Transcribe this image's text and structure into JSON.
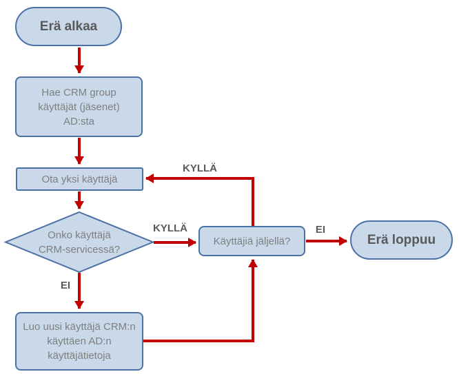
{
  "diagram": {
    "type": "flowchart",
    "nodes": {
      "start": {
        "label": "Erä alkaa",
        "shape": "terminator"
      },
      "fetch_users": {
        "label": "Hae CRM group\nkäyttäjät (jäsenet)\nAD:sta",
        "shape": "process"
      },
      "take_user": {
        "label": "Ota yksi käyttäjä",
        "shape": "process"
      },
      "check_in_crm": {
        "label": "Onko käyttäjä\nCRM-servicessä?",
        "shape": "decision"
      },
      "users_left": {
        "label": "Käyttäjiä jäljellä?",
        "shape": "process"
      },
      "create_user": {
        "label": "Luo uusi käyttäjä CRM:n\nkäyttäen AD:n\nkäyttäjätietoja",
        "shape": "process"
      },
      "end": {
        "label": "Erä loppuu",
        "shape": "terminator"
      }
    },
    "edge_labels": {
      "kylla_decision_to_users_left": "KYLLÄ",
      "kylla_loop_back_to_take_user": "KYLLÄ",
      "ei_decision_to_create_user": "EI",
      "ei_users_left_to_end": "EI"
    },
    "colors": {
      "background": "#ffffff",
      "node_fill": "#c9d9ea",
      "node_border": "#4b70a5",
      "arrow": "#c00000",
      "text": "#7f7f7f",
      "text_bold": "#595959"
    }
  }
}
